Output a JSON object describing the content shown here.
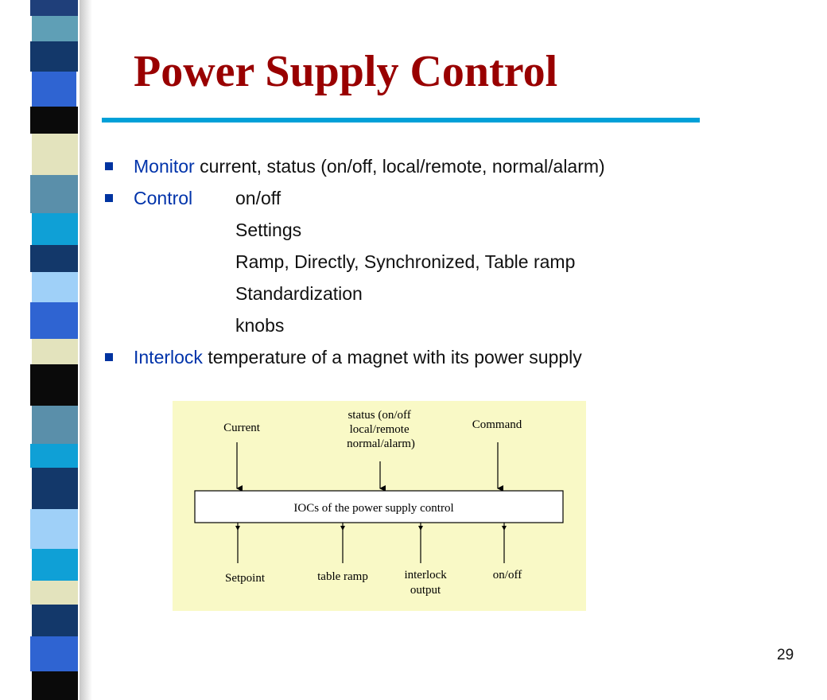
{
  "slide": {
    "title": "Power Supply Control",
    "page_number": "29",
    "colors": {
      "title": "#990000",
      "accent_rule": "#00a0d8",
      "keyword": "#0033aa",
      "bullet": "#0033a0",
      "diagram_bg": "#f9f9c6"
    }
  },
  "bullets": [
    {
      "keyword": "Monitor",
      "text": " current, status (on/off, local/remote, normal/alarm)"
    },
    {
      "keyword": "Control",
      "text": "on/off"
    },
    {
      "keyword": "Interlock",
      "text": " temperature of a magnet with its power supply"
    }
  ],
  "control_subitems": [
    "Settings",
    "Ramp, Directly, Synchronized, Table ramp",
    "Standardization",
    "knobs"
  ],
  "diagram": {
    "inputs": [
      {
        "lines": [
          "Current"
        ]
      },
      {
        "lines": [
          "status (on/off",
          "local/remote",
          "normal/alarm)"
        ]
      },
      {
        "lines": [
          "Command"
        ]
      }
    ],
    "box_label": "IOCs of the power supply control",
    "outputs": [
      {
        "lines": [
          "Setpoint"
        ]
      },
      {
        "lines": [
          "table ramp"
        ]
      },
      {
        "lines": [
          "interlock",
          "output"
        ]
      },
      {
        "lines": [
          "on/off"
        ]
      }
    ]
  }
}
